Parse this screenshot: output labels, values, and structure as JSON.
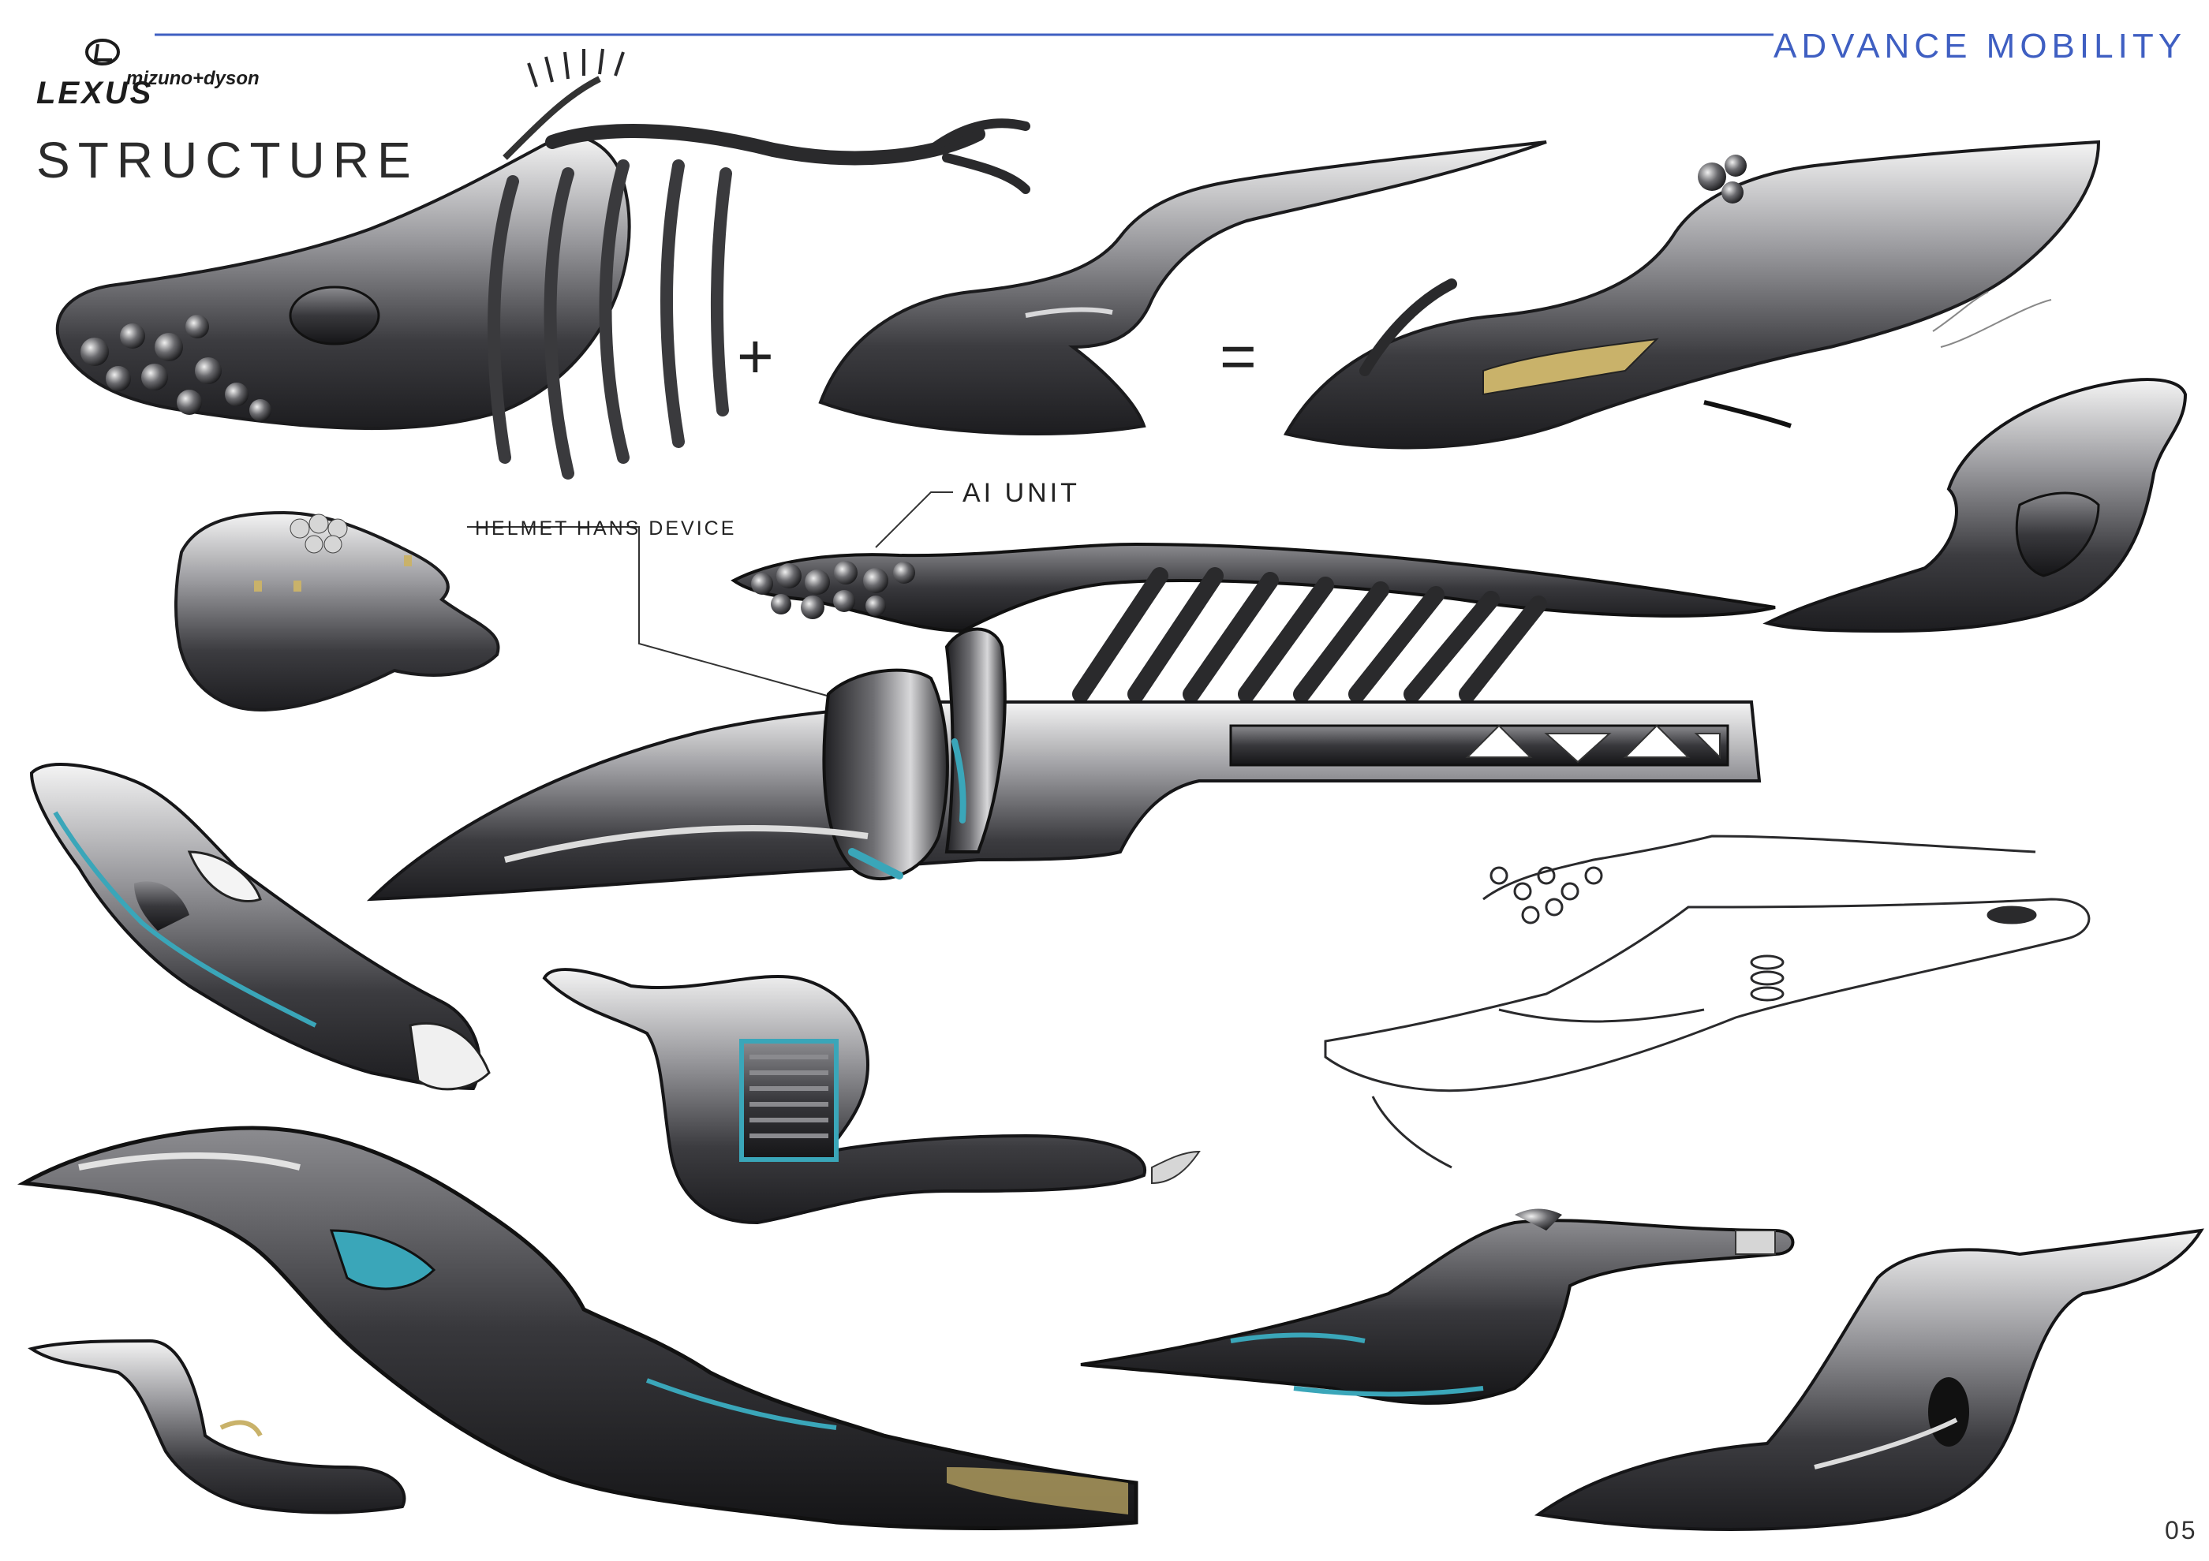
{
  "header": {
    "title": "ADVANCE MOBILITY",
    "rule_color": "#3f5fc2"
  },
  "brand": {
    "logo_icon": "lexus-emblem-icon",
    "wordmark": "LEXUS",
    "partners": "mizuno+dyson"
  },
  "page": {
    "title": "STRUCTURE",
    "number": "05"
  },
  "equation": {
    "plus": "+",
    "equals": "="
  },
  "callouts": {
    "ai_unit": "AI UNIT",
    "hans_device": "HELMET HANS DEVICE"
  },
  "palette": {
    "body_dark": "#2a2a2c",
    "body_mid": "#7a7a7e",
    "highlight": "#f2f2f2",
    "accent_teal": "#3aa6b9",
    "accent_gold": "#c9b26a"
  },
  "sketches": [
    "whale-skeleton-sketch",
    "dolphin-stroke-sketch",
    "combined-vehicle-sketch",
    "helmet-hans-sketch",
    "seat-side-sketch",
    "frame-structure-sketch",
    "pod-top-sketch",
    "seat-front-sketch",
    "outline-line-sketch",
    "large-vehicle-sketch",
    "small-seat-sketch",
    "finned-vehicle-sketch",
    "swoop-seat-sketch"
  ]
}
